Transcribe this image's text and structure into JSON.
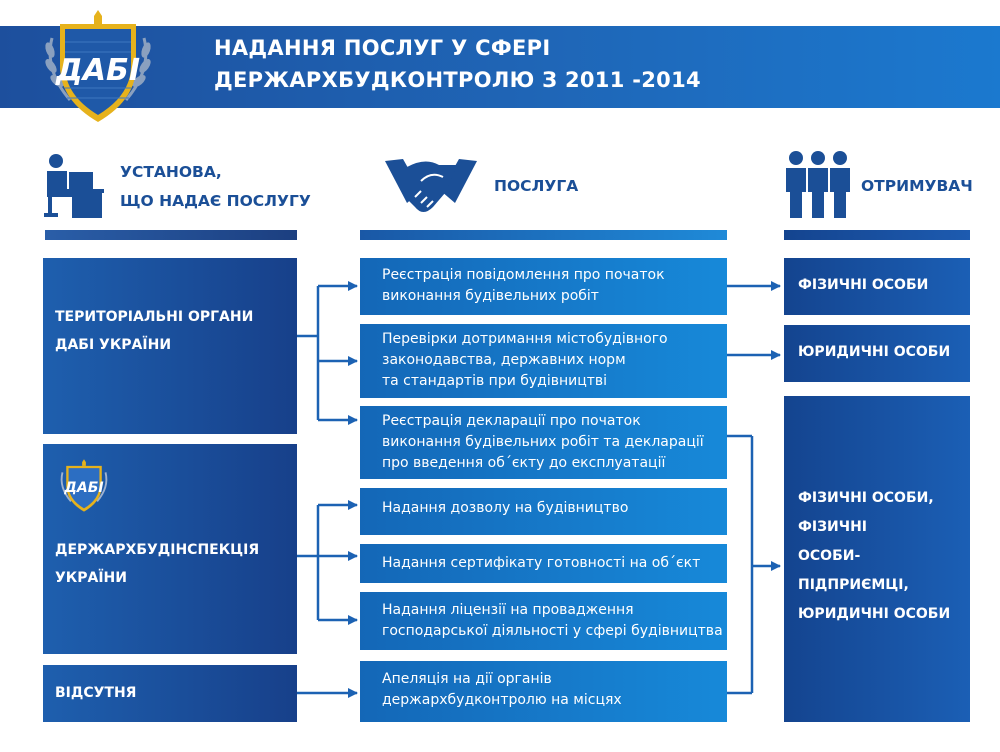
{
  "header": {
    "title_line1": "НАДАННЯ ПОСЛУГ У СФЕРІ",
    "title_line2": "ДЕРЖАРХБУДКОНТРОЛЮ З 2011 -2014",
    "logo_text": "ДАБІ"
  },
  "columns": {
    "institution": {
      "line1": "УСТАНОВА,",
      "line2": "ЩО НАДАЄ ПОСЛУГУ",
      "icon": "office-worker-icon"
    },
    "service": {
      "label": "ПОСЛУГА",
      "icon": "handshake-icon"
    },
    "recipient": {
      "label": "ОТРИМУВАЧ",
      "icon": "people-group-icon"
    }
  },
  "institutions": [
    {
      "line1": "ТЕРИТОРІАЛЬНІ ОРГАНИ",
      "line2": "ДАБІ УКРАЇНИ"
    },
    {
      "line1": "ДЕРЖАРХБУДІНСПЕКЦІЯ",
      "line2": "УКРАЇНИ",
      "logo_text": "ДАБІ"
    },
    {
      "line1": "ВІДСУТНЯ"
    }
  ],
  "services": [
    {
      "lines": [
        "Реєстрація повідомлення про початок",
        "виконання будівельних робіт"
      ]
    },
    {
      "lines": [
        "Перевірки дотримання містобудівного",
        "законодавства, державних норм",
        "та стандартів при будівництві"
      ]
    },
    {
      "lines": [
        "Реєстрація декларації про початок",
        "виконання будівельних робіт та декларації",
        "про введення об´єкту до експлуатації"
      ]
    },
    {
      "lines": [
        "Надання дозволу на будівництво"
      ]
    },
    {
      "lines": [
        "Надання сертифікату готовності на об´єкт"
      ]
    },
    {
      "lines": [
        "Надання ліцензії на провадження",
        "господарської діяльності у сфері будівництва"
      ]
    },
    {
      "lines": [
        "Апеляція на дії органів",
        "держархбудконтролю на місцях"
      ]
    }
  ],
  "recipients": [
    {
      "lines": [
        "ФІЗИЧНІ ОСОБИ"
      ]
    },
    {
      "lines": [
        "ЮРИДИЧНІ ОСОБИ"
      ]
    },
    {
      "lines": [
        "ФІЗИЧНІ ОСОБИ,",
        "ФІЗИЧНІ",
        "ОСОБИ-ПІДПРИЄМЦІ,",
        "ЮРИДИЧНІ ОСОБИ"
      ]
    }
  ],
  "colors": {
    "dark_blue": "#1a4a94",
    "light_blue": "#1789d9",
    "accent_gold": "#e6b21c"
  }
}
